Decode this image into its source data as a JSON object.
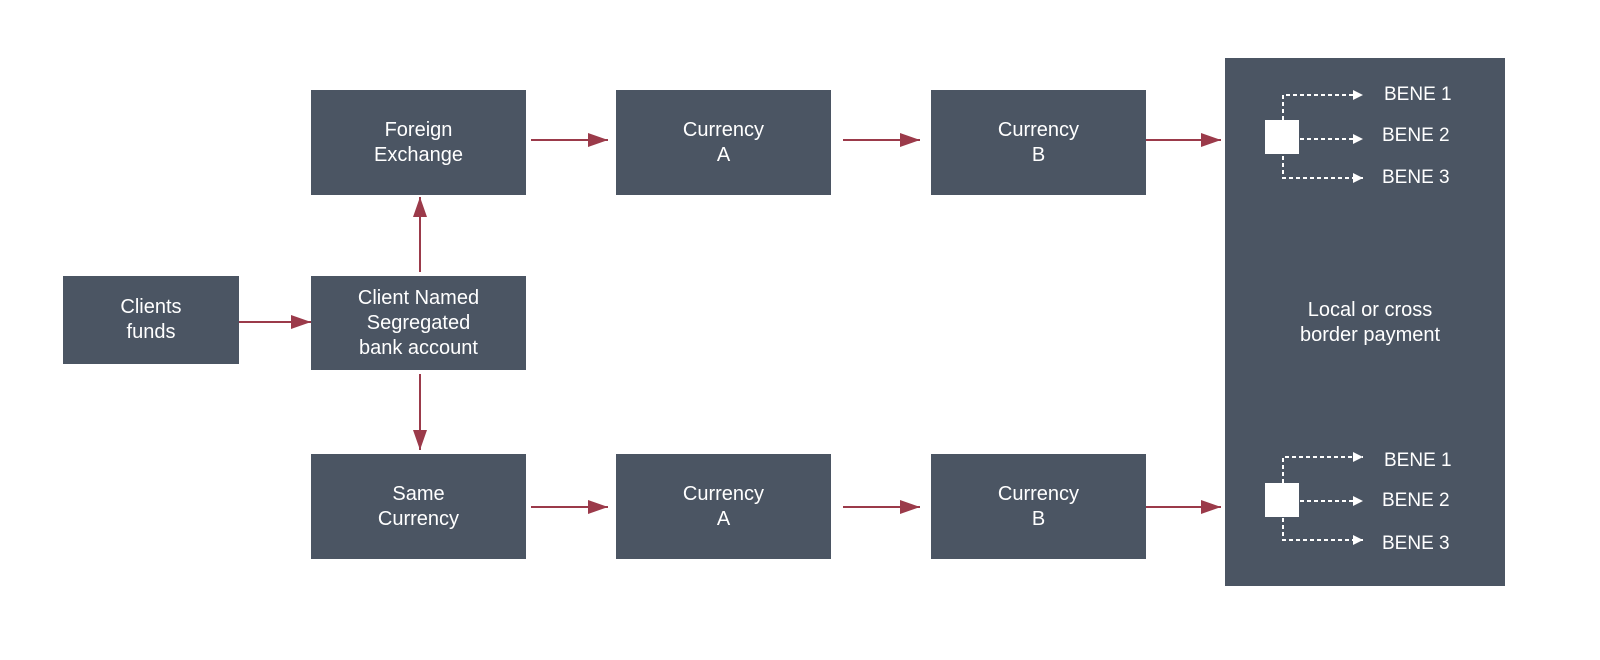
{
  "colors": {
    "box": "#4b5563",
    "arrow": "#9b3a4a",
    "text": "#ffffff",
    "background": "#ffffff"
  },
  "nodes": {
    "clients_funds": "Clients\nfunds",
    "segregated_account": "Client Named\nSegregated\nbank account",
    "foreign_exchange": "Foreign\nExchange",
    "top_currency_a": "Currency\nA",
    "top_currency_b": "Currency\nB",
    "same_currency": "Same\nCurrency",
    "bottom_currency_a": "Currency\nA",
    "bottom_currency_b": "Currency\nB"
  },
  "payment_panel": {
    "label": "Local or cross\nborder payment",
    "top_beneficiaries": [
      "BENE 1",
      "BENE 2",
      "BENE 3"
    ],
    "bottom_beneficiaries": [
      "BENE 1",
      "BENE 2",
      "BENE 3"
    ]
  }
}
